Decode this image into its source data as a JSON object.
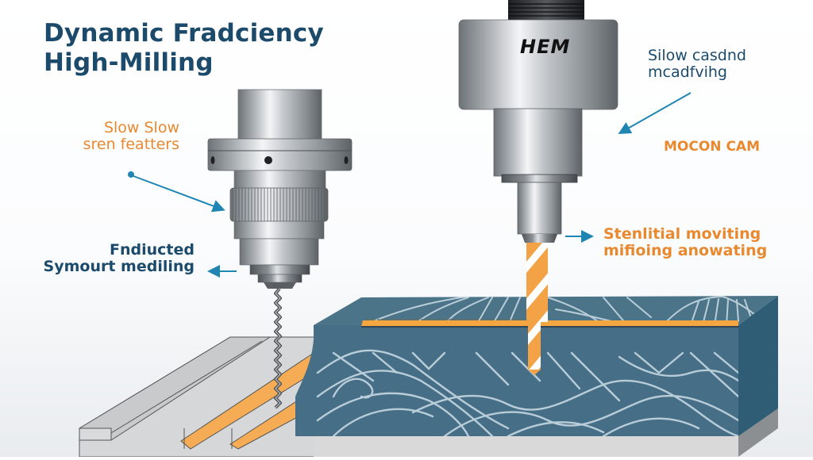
{
  "title": {
    "line1": "Dynamic Fradciency",
    "line2": "High-Milling"
  },
  "callouts": {
    "left_top": {
      "line1": "Slow Slow",
      "line2": "sren featters"
    },
    "left_bottom": {
      "line1": "Fndiucted",
      "line2": "Symourt mediling"
    },
    "right_top": {
      "line1": "Silow casdnd",
      "line2": "mcadfvihg"
    },
    "right_middle": {
      "text": "MOCON CAM"
    },
    "right_bottom": {
      "line1": "Stenlitial moviting",
      "line2": "mifioing anowating"
    }
  },
  "tool_brand": "HEM",
  "colors": {
    "title_navy": "#1b4a6b",
    "accent_orange": "#e8892f",
    "arrow_teal": "#1f86b3",
    "workpiece_blue": "#466f87",
    "workpiece_side": "#2f5d76",
    "pattern_lines": "#b9cdd8",
    "cutter_orange": "#f3a245",
    "base_gray": "#d9d9d9"
  }
}
